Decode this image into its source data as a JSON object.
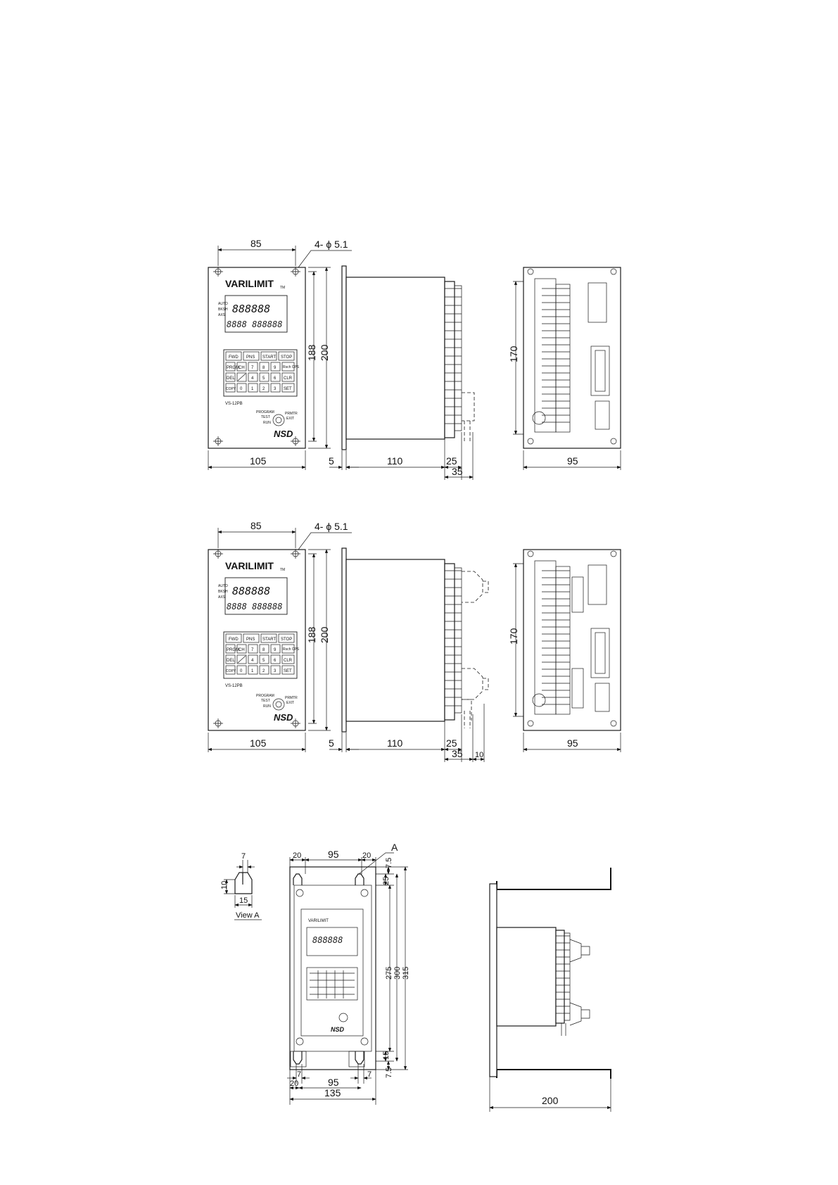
{
  "drawing1": {
    "front": {
      "brand": "VARILIMIT",
      "tm": "TM",
      "model": "VS-12PB",
      "mode_labels": [
        "PROGRAM",
        "TEST",
        "RUN",
        "PRMTR",
        "EXIT"
      ],
      "logo": "NSD",
      "digits": "888888",
      "digits_small": "8888 888888",
      "keys": [
        "FWD",
        "PNS",
        "START",
        "STOP",
        "PRGM",
        "CH",
        "7",
        "8",
        "9",
        "Rsch CPS",
        "DEL",
        "4",
        "5",
        "6",
        "CLR",
        "COPY",
        "0",
        "1",
        "2",
        "3",
        "SET"
      ],
      "dim_hole_pitch": "85",
      "dim_hole_note": "4- ϕ 5.1",
      "dim_inner_height": "188",
      "dim_outer_height": "200",
      "dim_width": "105"
    },
    "side": {
      "dim_flange": "5",
      "dim_depth": "110",
      "dim_conn": "25",
      "dim_total": "35"
    },
    "rear": {
      "dim_height": "170",
      "dim_width": "95"
    }
  },
  "drawing2": {
    "front": {
      "brand": "VARILIMIT",
      "tm": "TM",
      "model": "VS-12PB",
      "mode_labels": [
        "PROGRAM",
        "TEST",
        "RUN",
        "PRMTR",
        "EXIT"
      ],
      "logo": "NSD",
      "digits": "888888",
      "digits_small": "8888 888888",
      "keys": [
        "FWD",
        "PNS",
        "START",
        "STOP",
        "PRGM",
        "CH",
        "7",
        "8",
        "9",
        "Rsch CPS",
        "DEL",
        "4",
        "5",
        "6",
        "CLR",
        "COPY",
        "0",
        "1",
        "2",
        "3",
        "SET"
      ],
      "dim_hole_pitch": "85",
      "dim_hole_note": "4- ϕ 5.1",
      "dim_inner_height": "188",
      "dim_outer_height": "200",
      "dim_width": "105"
    },
    "side": {
      "dim_flange": "5",
      "dim_depth": "110",
      "dim_conn": "25",
      "dim_total": "35",
      "dim_extra": "10"
    },
    "rear": {
      "dim_height": "170",
      "dim_width": "95"
    }
  },
  "drawing3": {
    "view_a": {
      "dim_top": "7",
      "dim_side": "10",
      "dim_bottom": "15",
      "label": "View A"
    },
    "front": {
      "marker": "A",
      "brand": "VARILIMIT",
      "dim_top_left": "20",
      "dim_top_mid": "95",
      "dim_top_right": "20",
      "dim_top_offset": "7.5",
      "dim_slot_top": "25",
      "dim_275": "275",
      "dim_300": "300",
      "dim_315": "315",
      "dim_slot_bottom": "15",
      "dim_bottom_offset": "7.5",
      "dim_slot_w1": "7",
      "dim_slot_w2": "7",
      "dim_bot_left": "20",
      "dim_bot_mid": "95",
      "dim_total_width": "135"
    },
    "side": {
      "dim_depth": "200"
    }
  }
}
